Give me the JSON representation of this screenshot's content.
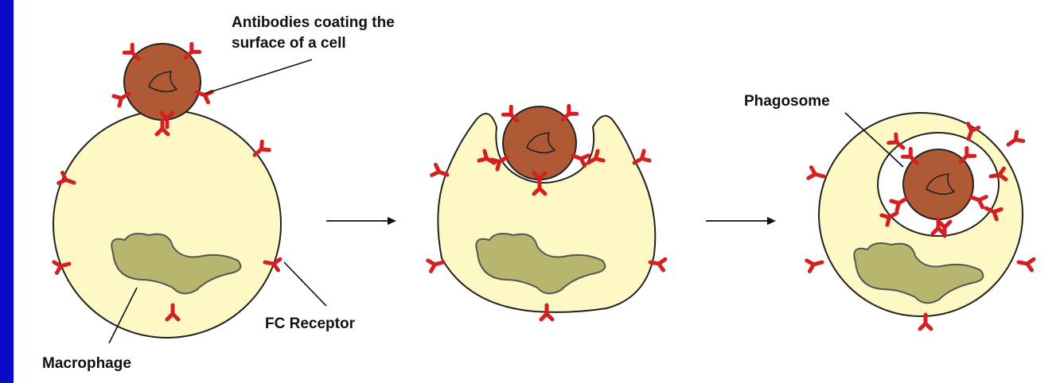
{
  "labels": {
    "antibodies_line1": "Antibodies coating the",
    "antibodies_line2": "surface of a cell",
    "macrophage": "Macrophage",
    "fc_receptor": "FC Receptor",
    "phagosome": "Phagosome"
  },
  "colors": {
    "border": "#0a0ac8",
    "background": "#ffffff",
    "macrophage_fill": "#fdf8c4",
    "nucleus_fill": "#b7b56e",
    "cell_fill": "#b05a35",
    "antibody": "#d42020",
    "outline": "#222222"
  }
}
